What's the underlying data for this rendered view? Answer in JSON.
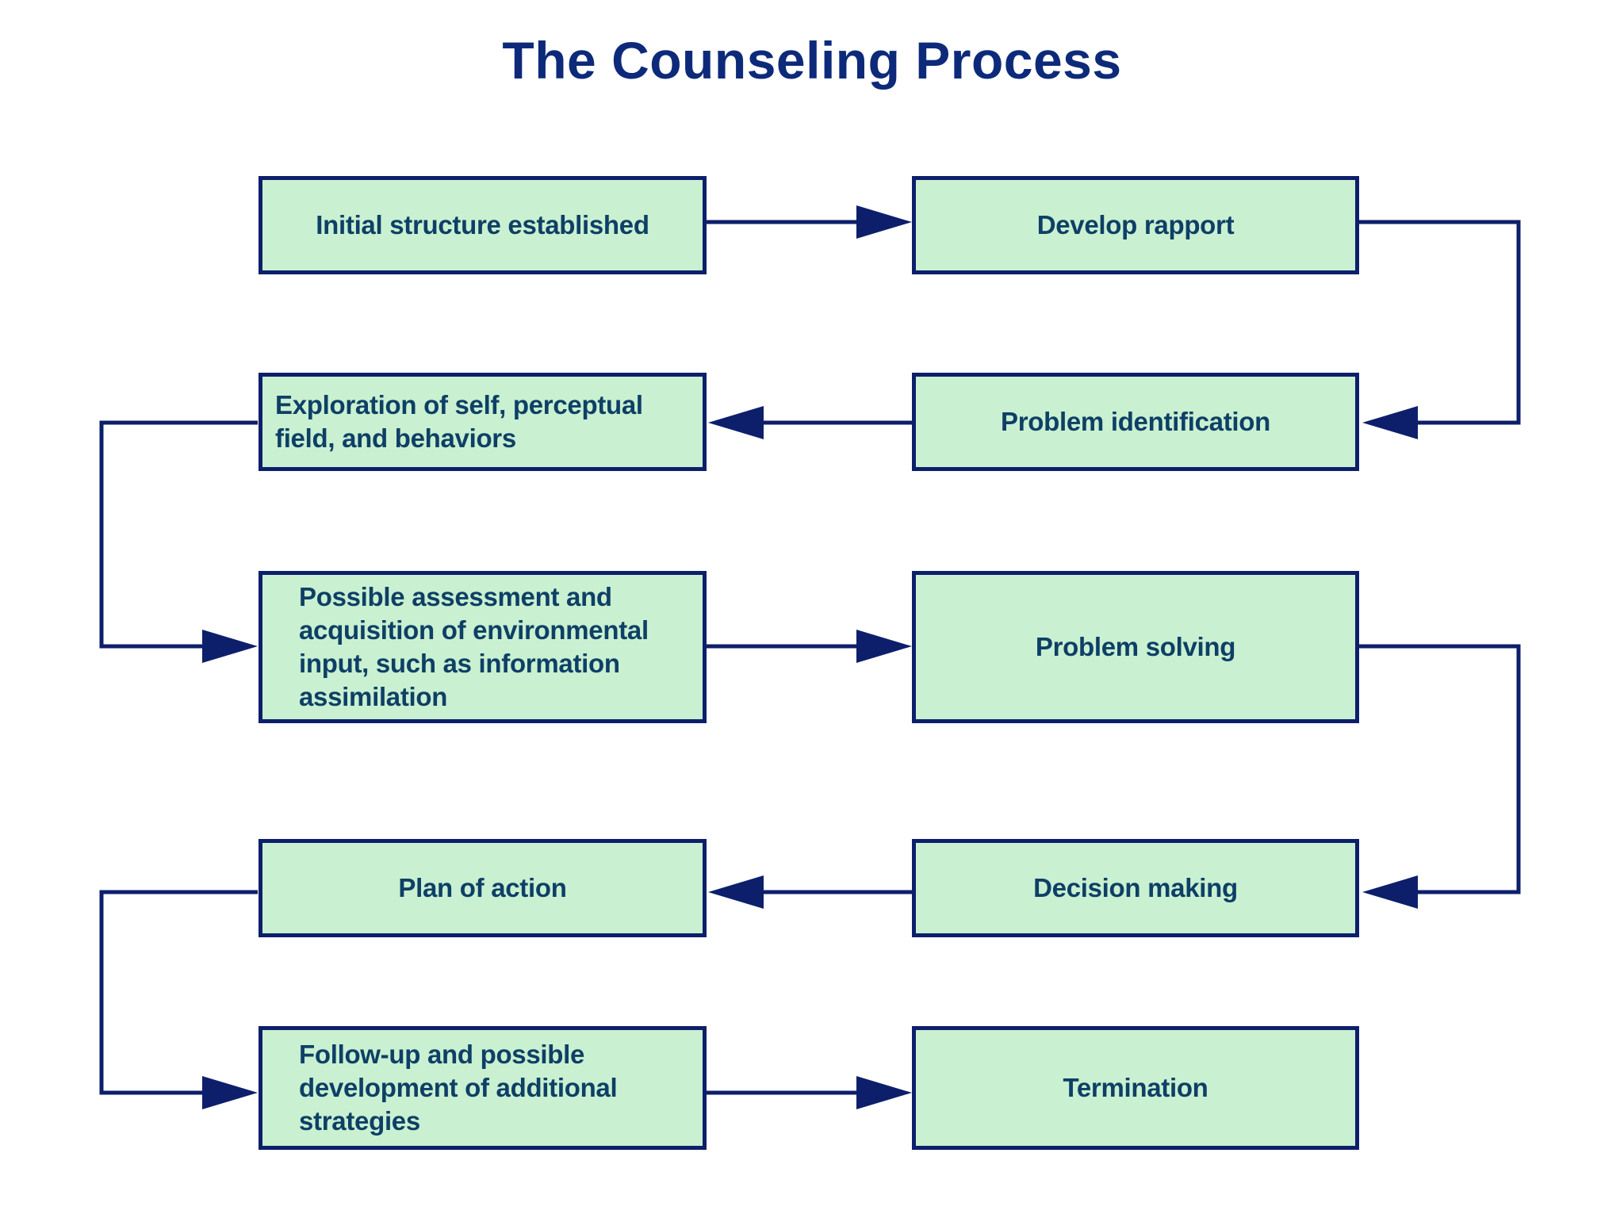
{
  "title": "The Counseling Process",
  "colors": {
    "title": "#0d2a7a",
    "box_fill": "#c9f0d0",
    "box_border": "#0d1f6b",
    "box_text": "#0e3f66",
    "arrow": "#0d1f6b"
  },
  "steps": [
    {
      "id": "s1",
      "label": "Initial structure established"
    },
    {
      "id": "s2",
      "label": "Develop rapport"
    },
    {
      "id": "s3",
      "label": "Problem identification"
    },
    {
      "id": "s4",
      "label": "Exploration of self, perceptual field, and behaviors"
    },
    {
      "id": "s5",
      "label": "Possible assessment and acquisition of environmental input, such as information assimilation"
    },
    {
      "id": "s6",
      "label": "Problem solving"
    },
    {
      "id": "s7",
      "label": "Decision making"
    },
    {
      "id": "s8",
      "label": "Plan of action"
    },
    {
      "id": "s9",
      "label": "Follow-up and possible development of additional strategies"
    },
    {
      "id": "s10",
      "label": "Termination"
    }
  ],
  "connections": [
    {
      "from": "s1",
      "to": "s2"
    },
    {
      "from": "s2",
      "to": "s3"
    },
    {
      "from": "s3",
      "to": "s4"
    },
    {
      "from": "s4",
      "to": "s5"
    },
    {
      "from": "s5",
      "to": "s6"
    },
    {
      "from": "s6",
      "to": "s7"
    },
    {
      "from": "s7",
      "to": "s8"
    },
    {
      "from": "s8",
      "to": "s9"
    },
    {
      "from": "s9",
      "to": "s10"
    }
  ]
}
